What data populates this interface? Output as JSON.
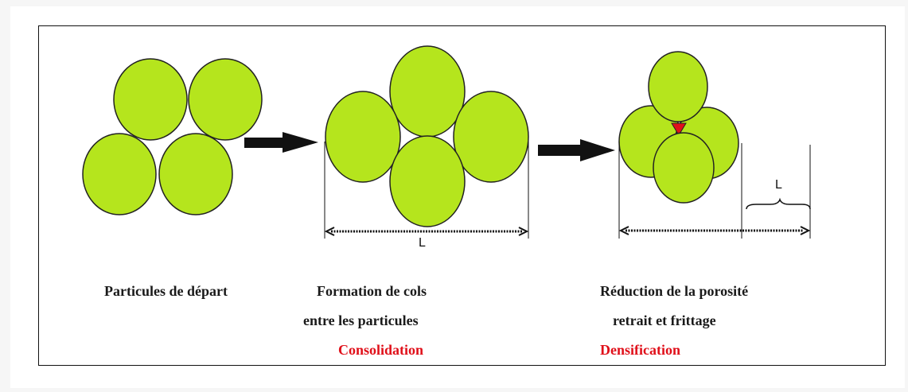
{
  "colors": {
    "particle_fill": "#b5e51d",
    "particle_stroke": "#222222",
    "pore_fill": "#e0101a",
    "stage_label": "#1a1a1a",
    "stage_highlight": "#e0101a"
  },
  "stages": [
    {
      "lines": [
        "Particules  de  départ"
      ],
      "highlight": ""
    },
    {
      "lines": [
        "Formation  de  cols",
        "entre  les particules"
      ],
      "highlight": "Consolidation"
    },
    {
      "lines": [
        "Réduction  de  la porosité",
        "retrait  et  frittage"
      ],
      "highlight": "Densification"
    }
  ],
  "dimensions": {
    "stage2_length": "L",
    "stage3_shrinkage": "L"
  }
}
